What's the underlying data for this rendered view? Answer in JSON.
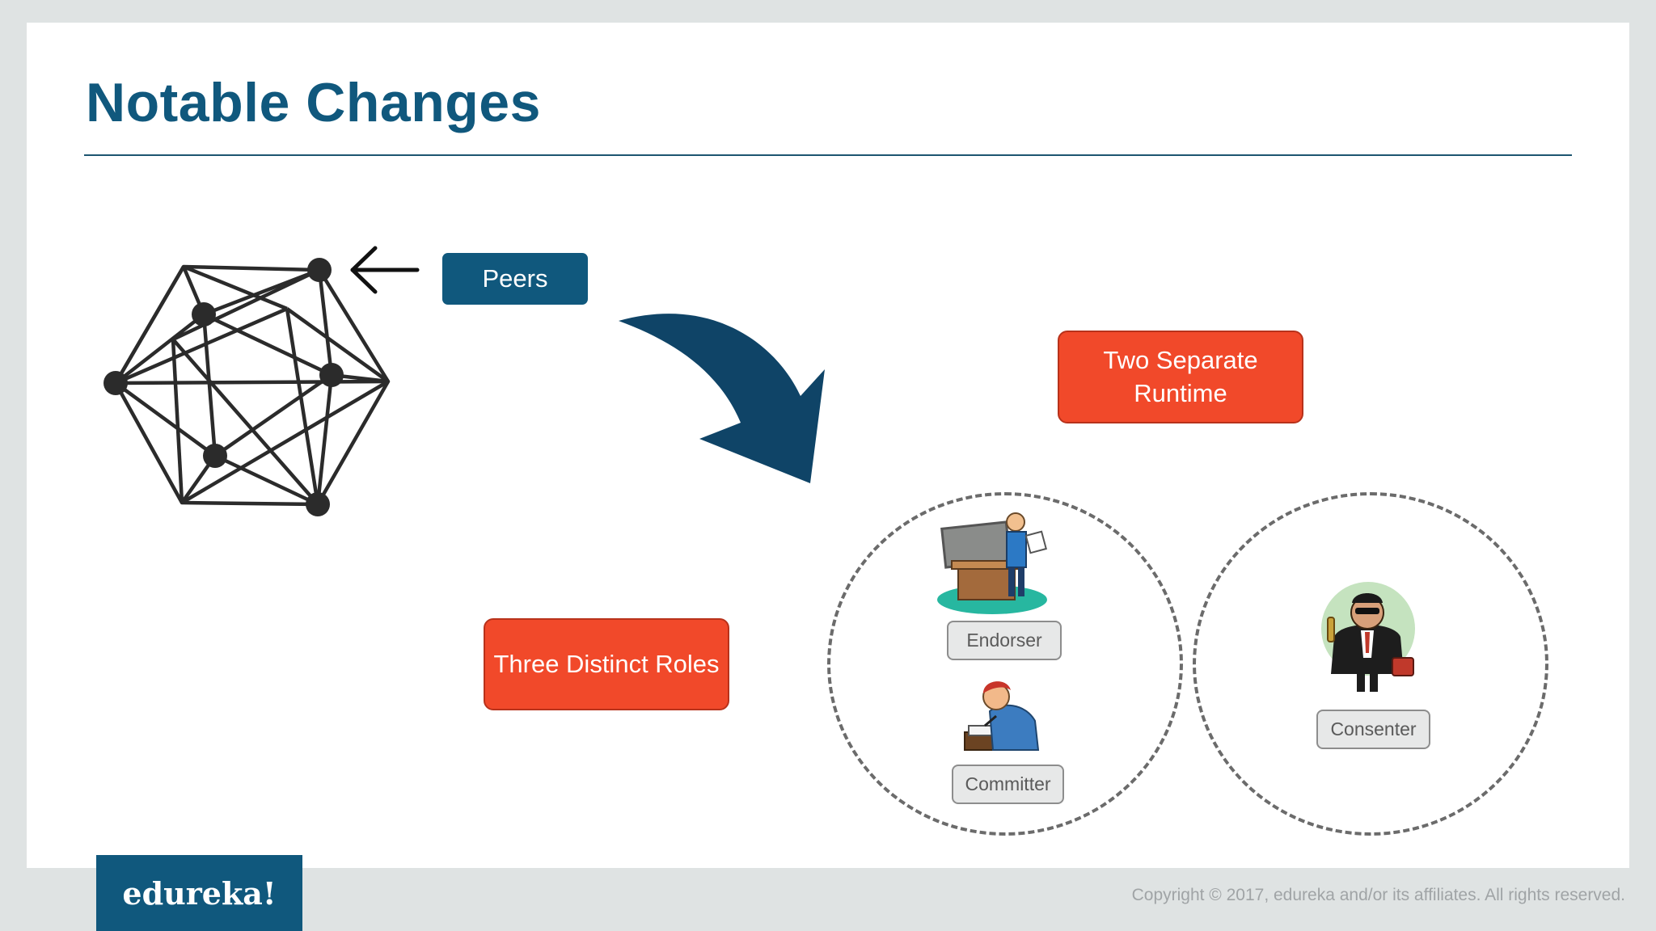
{
  "slide": {
    "title": "Notable Changes"
  },
  "diagram": {
    "peers_label": "Peers",
    "runtime_label": "Two Separate Runtime",
    "roles_label": "Three Distinct Roles",
    "roles": {
      "endorser": "Endorser",
      "committer": "Committer",
      "consenter": "Consenter"
    }
  },
  "footer": {
    "logo_text": "edureka!",
    "copyright": "Copyright © 2017, edureka and/or its affiliates. All rights reserved."
  },
  "colors": {
    "brand_blue": "#10587d",
    "accent_red": "#f1492a",
    "arrow_blue": "#0f4467"
  },
  "icons": [
    "hyperledger-network-icon",
    "left-arrow-icon",
    "curved-down-arrow-icon",
    "endorser-figure-icon",
    "committer-figure-icon",
    "consenter-figure-icon"
  ]
}
